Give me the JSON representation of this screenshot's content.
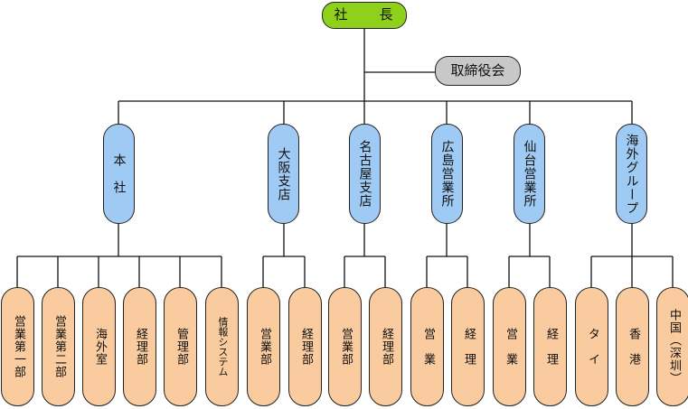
{
  "president": {
    "label": "社　長",
    "color": "#8fd11a"
  },
  "board": {
    "label": "取締役会",
    "color": "#c8c8c8"
  },
  "divisions": [
    {
      "label": "本　社",
      "color": "#9fcaf3"
    },
    {
      "label": "大阪支店"
    },
    {
      "label": "名古屋支店"
    },
    {
      "label": "広島営業所"
    },
    {
      "label": "仙台営業所"
    },
    {
      "label": "海外グループ"
    }
  ],
  "departments": [
    {
      "label": "営業第一部",
      "division": 0,
      "color": "#f9cb9f"
    },
    {
      "label": "営業第二部",
      "division": 0
    },
    {
      "label": "海外室",
      "division": 0
    },
    {
      "label": "経理部",
      "division": 0
    },
    {
      "label": "管理部",
      "division": 0
    },
    {
      "label": "情報システム",
      "division": 0
    },
    {
      "label": "営業部",
      "division": 1
    },
    {
      "label": "経理部",
      "division": 1
    },
    {
      "label": "営業部",
      "division": 2
    },
    {
      "label": "経理部",
      "division": 2
    },
    {
      "label": "営　業",
      "division": 3
    },
    {
      "label": "経　理",
      "division": 3
    },
    {
      "label": "営　業",
      "division": 4
    },
    {
      "label": "経　理",
      "division": 4
    },
    {
      "label": "タ　イ",
      "division": 5
    },
    {
      "label": "香　港",
      "division": 5
    },
    {
      "label": "中国（深圳）",
      "division": 5
    }
  ]
}
